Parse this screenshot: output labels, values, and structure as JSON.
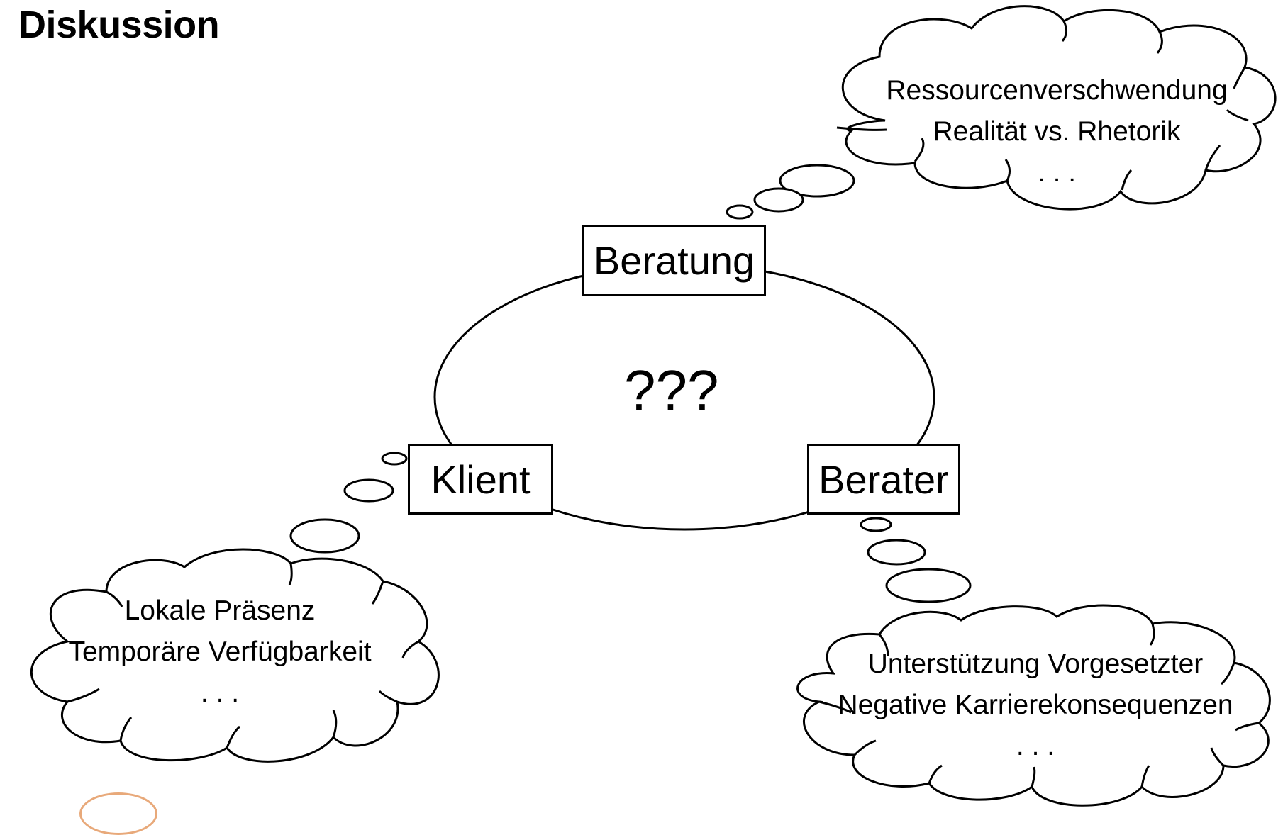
{
  "header": {
    "title": "Diskussion"
  },
  "diagram": {
    "center_label": "???",
    "nodes": {
      "beratung": "Beratung",
      "klient": "Klient",
      "berater": "Berater"
    },
    "clouds": {
      "top_right": {
        "line1": "Ressourcenverschwendung",
        "line2": "Realität vs. Rhetorik",
        "line3": ". . ."
      },
      "bottom_left": {
        "line1": "Lokale Präsenz",
        "line2": "Temporäre Verfügbarkeit",
        "line3": ". . ."
      },
      "bottom_right": {
        "line1": "Unterstützung Vorgesetzter",
        "line2": "Negative Karrierekonsequenzen",
        "line3": ". . ."
      }
    }
  },
  "colors": {
    "stroke": "#000000",
    "logo_accent": "#e8a97a"
  },
  "icons": {
    "logo": "seal-logo-icon"
  }
}
